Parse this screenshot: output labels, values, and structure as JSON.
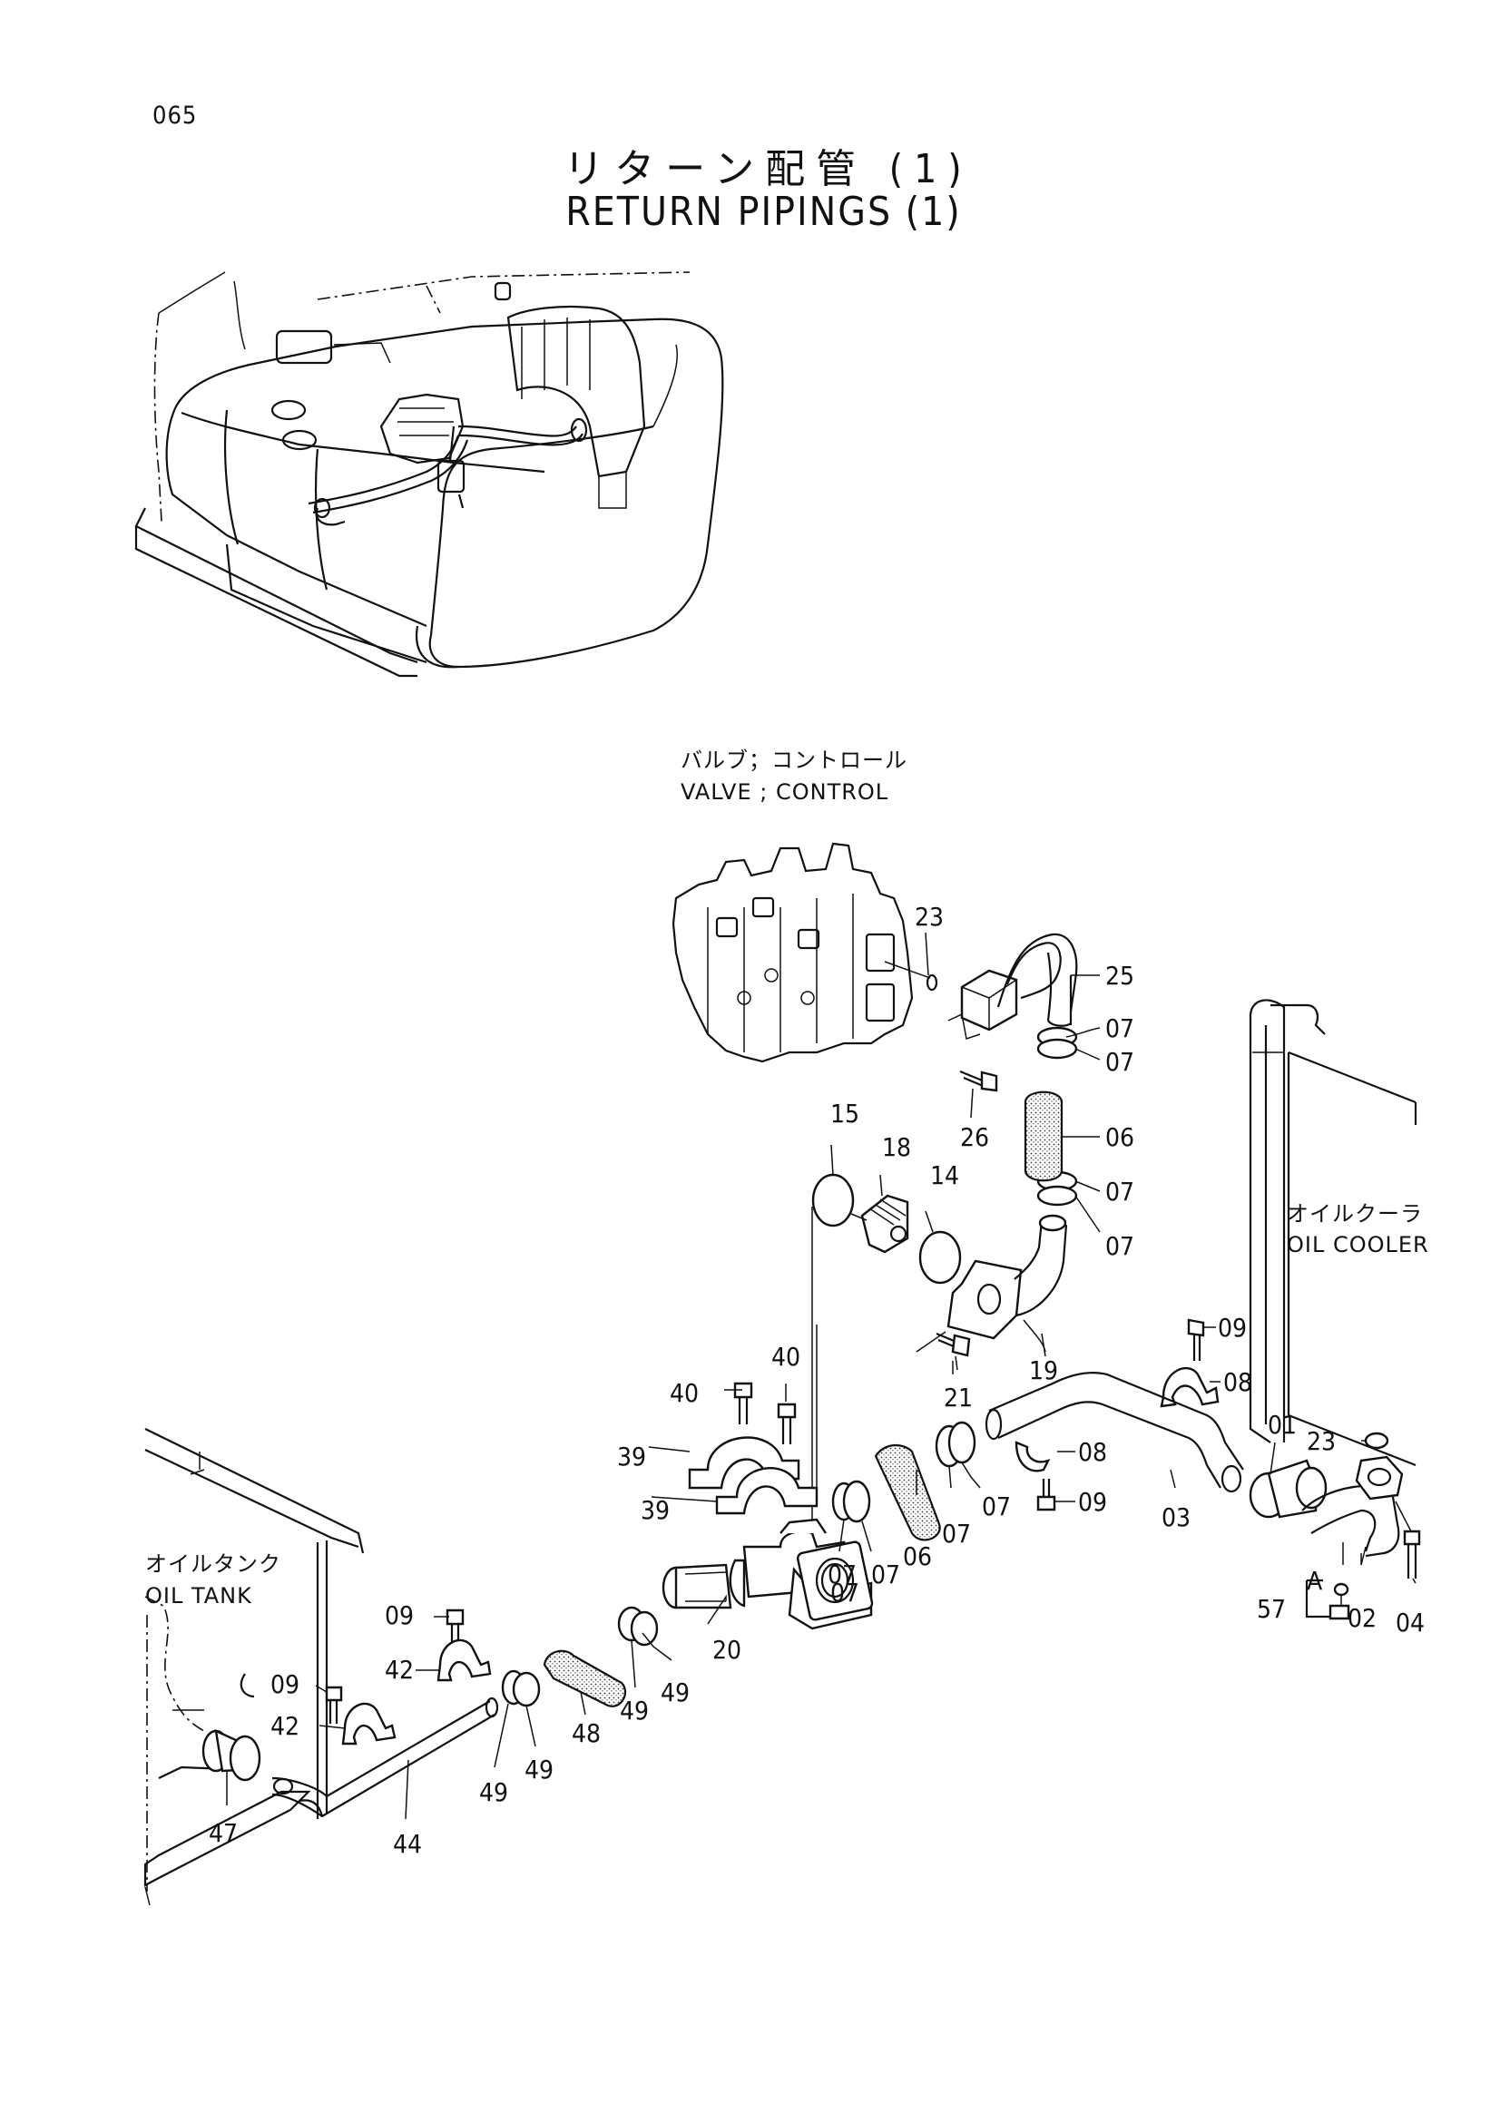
{
  "page_number": "065",
  "title_jp": "リターン配管 (1)",
  "title_en": "RETURN PIPINGS (1)",
  "captions": {
    "valve_jp": "バルブ；コントロール",
    "valve_en": "VALVE ; CONTROL",
    "cooler_jp": "オイルクーラ",
    "cooler_en": "OIL COOLER",
    "tank_jp": "オイルタンク",
    "tank_en": "OIL TANK"
  },
  "callouts": [
    "23",
    "25",
    "07",
    "07",
    "26",
    "06",
    "07",
    "07",
    "15",
    "18",
    "14",
    "19",
    "21",
    "09",
    "08",
    "40",
    "40",
    "39",
    "39",
    "08",
    "09",
    "07",
    "07",
    "07",
    "06",
    "07",
    "07",
    "03",
    "01",
    "23",
    "A",
    "57",
    "02",
    "04",
    "20",
    "49",
    "49",
    "48",
    "49",
    "49",
    "09",
    "42",
    "09",
    "42",
    "47",
    "44"
  ]
}
